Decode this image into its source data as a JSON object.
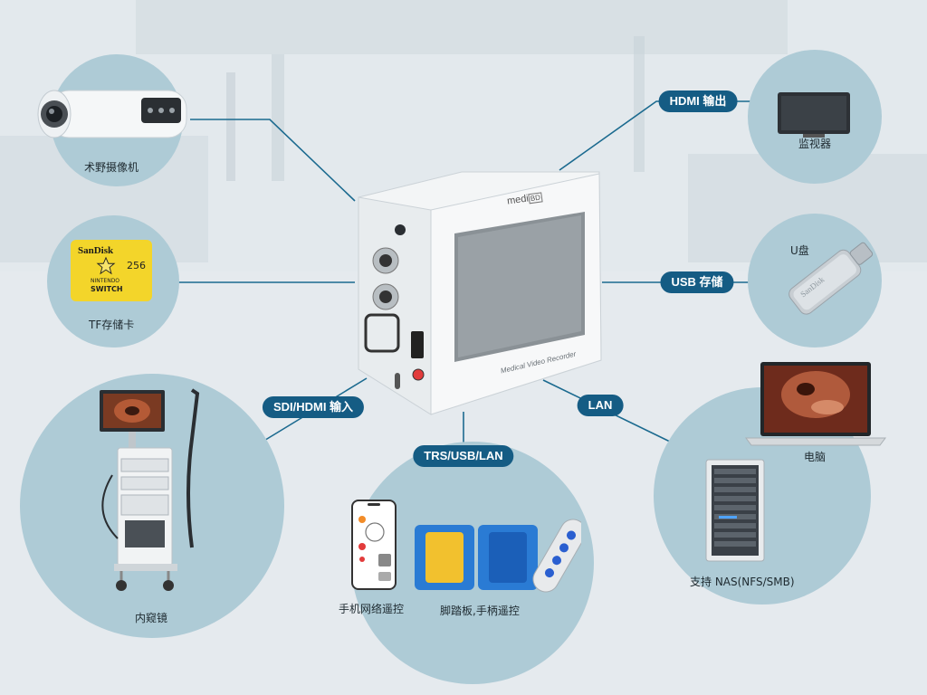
{
  "colors": {
    "accent": "#155c84",
    "circle": "#aecbd6",
    "line": "#1b6a8f"
  },
  "device": {
    "brand": "medi",
    "brand_suffix": "BD",
    "caption": "Medical Video Recorder"
  },
  "connections": [
    {
      "label": "HDMI 输出"
    },
    {
      "label": "USB 存储"
    },
    {
      "label": "LAN"
    },
    {
      "label": "TRS/USB/LAN"
    },
    {
      "label": "SDI/HDMI 输入"
    }
  ],
  "peripherals": {
    "camera": {
      "label": "术野摄像机",
      "icon": "camera-icon"
    },
    "tf_card": {
      "label": "TF存储卡",
      "icon": "sd-card-icon",
      "card_brand": "SanDisk",
      "capacity": "256",
      "card_line1": "NINTENDO",
      "card_line2": "SWITCH"
    },
    "endoscope": {
      "label": "内窥镜",
      "icon": "endoscope-cart-icon"
    },
    "monitor": {
      "label": "监视器",
      "icon": "monitor-icon"
    },
    "usb_drive": {
      "label": "U盘",
      "icon": "usb-drive-icon",
      "brand": "SanDisk"
    },
    "laptop": {
      "label": "电脑",
      "icon": "laptop-icon"
    },
    "nas": {
      "label": "支持 NAS(NFS/SMB)",
      "icon": "server-rack-icon"
    },
    "phone": {
      "label": "手机网络遥控",
      "icon": "smartphone-icon"
    },
    "pedal": {
      "label": "脚踏板,手柄遥控",
      "icon": "foot-pedal-icon"
    }
  }
}
